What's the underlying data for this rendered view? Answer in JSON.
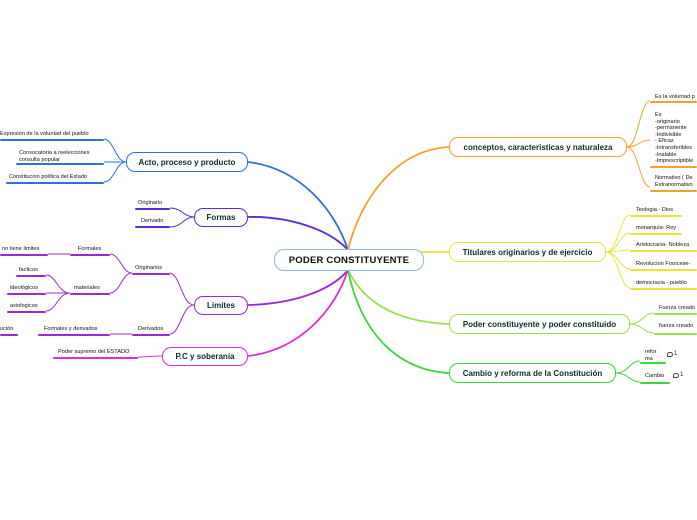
{
  "center": {
    "label": "PODER CONSTITUYENTE"
  },
  "colors": {
    "blue": "#2f6fe6",
    "indigo": "#5a2bd6",
    "purple": "#9b2ad6",
    "magenta": "#e62bd6",
    "orange": "#f2a32b",
    "yellow": "#eae43a",
    "lime": "#9ae04a",
    "green": "#3bd63b",
    "center_border": "#8fb8d8"
  },
  "branches": {
    "acto": {
      "label": "Acto, proceso y producto",
      "leaves": [
        "Expresión de la voluntad del pueblo",
        "Convocatoria a reelecciones\nconsulta popular",
        "Constitucion política del Estado"
      ]
    },
    "formas": {
      "label": "Formas",
      "leaves": [
        "Originario",
        "Derivado"
      ]
    },
    "limites": {
      "label": "Limites",
      "originarios": "Originarios",
      "formales": "Formales",
      "formales_leaf": "no tiene limites",
      "materiales": "materiales",
      "materiales_leaves": [
        "facticos",
        "ideológicos",
        "axiologicos"
      ],
      "derivados": "Derivados",
      "formales_derivados": "Formales y derivados",
      "formales_derivados_leaf": "ución"
    },
    "pc": {
      "label": "P.C y soberanía",
      "leaves": [
        "Poder supremo del ESTADO"
      ]
    },
    "conceptos": {
      "label": "conceptos, caracteristicas y naturaleza",
      "leaves": [
        "Es la voluntad p",
        "Es\n-originario\n-permanente\n-Indivisible\n- Eficaz\n-Intransferibles\n-Inalable\n-Imprescriptible",
        "Normativo ( De\nExtranormativo"
      ]
    },
    "titulares": {
      "label": "Titulares originarios y de ejercicio",
      "leaves": [
        "Teologia - Dios",
        "monarquía- Rey",
        "Aristocracia- Nobleza",
        "Revolucion Francese-",
        "democracia - pueblo"
      ]
    },
    "poder": {
      "label": "Poder constituyente y poder constituido",
      "leaves": [
        "Fuerza creado",
        "fuerza creado"
      ]
    },
    "cambio": {
      "label": "Cambio y reforma de la Constitución",
      "leaves": [
        "refor\nma",
        "Cambio"
      ],
      "comments": [
        "1",
        "1"
      ]
    }
  }
}
